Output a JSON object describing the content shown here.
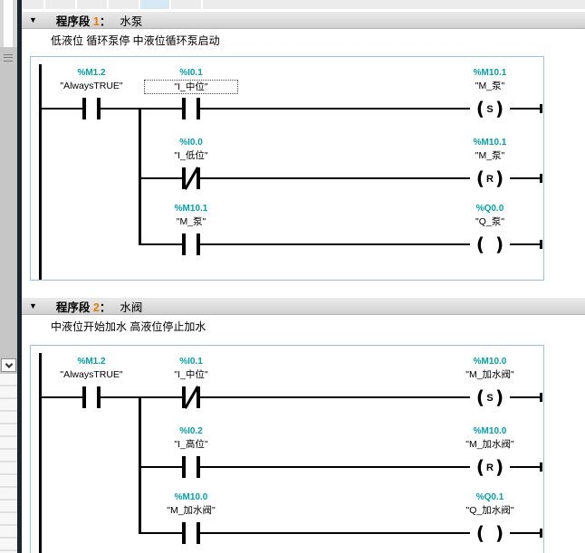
{
  "icons": {
    "collapse": "▼",
    "chevron_down": "chevron-down"
  },
  "colors": {
    "address_text": "#00A0A8",
    "network_number": "#E07C00",
    "ladder_line": "#000000",
    "box_border": "#9FC2D8",
    "header_bg": "#D9D9D9",
    "toolbar_highlight": "#D6E9F7"
  },
  "networks": [
    {
      "label": "程序段",
      "number": "1",
      "colon": "：",
      "title": "水泵",
      "comment": "低液位 循环泵停  中液位循环泵启动",
      "rungs": [
        {
          "contacts": [
            {
              "address": "%M1.2",
              "name": "\"AlwaysTRUE\"",
              "kind": "no",
              "col": 0,
              "selected": false
            },
            {
              "address": "%I0.1",
              "name": "\"I_中位\"",
              "kind": "no",
              "col": 1,
              "selected": true
            }
          ],
          "coil": {
            "address": "%M10.1",
            "name": "\"M_泵\"",
            "kind": "S"
          }
        },
        {
          "contacts": [
            {
              "address": "%I0.0",
              "name": "\"I_低位\"",
              "kind": "nc",
              "col": 1,
              "selected": false
            }
          ],
          "coil": {
            "address": "%M10.1",
            "name": "\"M_泵\"",
            "kind": "R"
          }
        },
        {
          "contacts": [
            {
              "address": "%M10.1",
              "name": "\"M_泵\"",
              "kind": "no",
              "col": 1,
              "selected": false
            }
          ],
          "coil": {
            "address": "%Q0.0",
            "name": "\"Q_泵\"",
            "kind": "OUT"
          }
        }
      ]
    },
    {
      "label": "程序段",
      "number": "2",
      "colon": "：",
      "title": "水阀",
      "comment": "中液位开始加水 高液位停止加水",
      "rungs": [
        {
          "contacts": [
            {
              "address": "%M1.2",
              "name": "\"AlwaysTRUE\"",
              "kind": "no",
              "col": 0,
              "selected": false
            },
            {
              "address": "%I0.1",
              "name": "\"I_中位\"",
              "kind": "nc",
              "col": 1,
              "selected": false
            }
          ],
          "coil": {
            "address": "%M10.0",
            "name": "\"M_加水阀\"",
            "kind": "S"
          }
        },
        {
          "contacts": [
            {
              "address": "%I0.2",
              "name": "\"I_高位\"",
              "kind": "no",
              "col": 1,
              "selected": false
            }
          ],
          "coil": {
            "address": "%M10.0",
            "name": "\"M_加水阀\"",
            "kind": "R"
          }
        },
        {
          "contacts": [
            {
              "address": "%M10.0",
              "name": "\"M_加水阀\"",
              "kind": "no",
              "col": 1,
              "selected": false
            }
          ],
          "coil": {
            "address": "%Q0.1",
            "name": "\"Q_加水阀\"",
            "kind": "OUT"
          }
        }
      ]
    }
  ]
}
